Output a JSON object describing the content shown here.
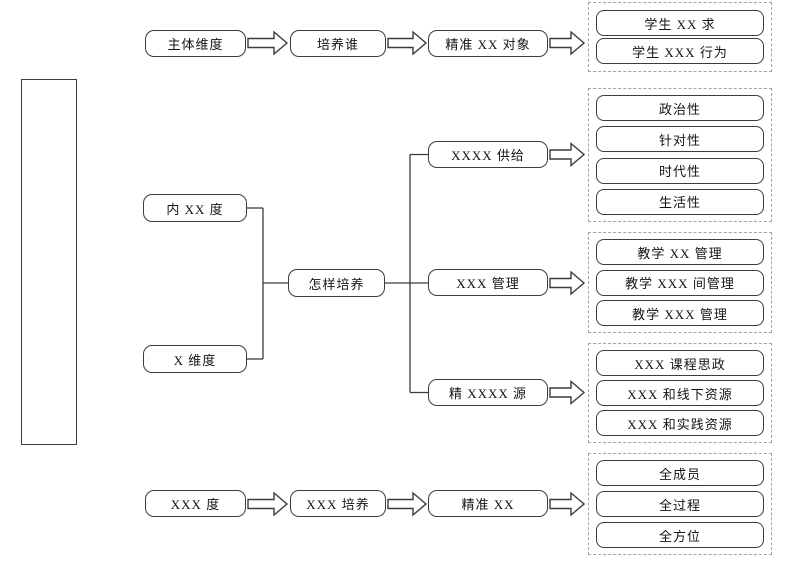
{
  "flow": {
    "top": {
      "nodes": [
        "主体维度",
        "培养谁",
        "精准 XX 对象"
      ],
      "outputs": [
        "学生 XX 求",
        "学生 XXX 行为"
      ]
    },
    "middle": {
      "inputs": [
        "内 XX 度",
        "X 维度"
      ],
      "hub": "怎样培养",
      "branches": [
        {
          "label": "XXXX 供给",
          "outputs": [
            "政治性",
            "针对性",
            "时代性",
            "生活性"
          ]
        },
        {
          "label": "XXX 管理",
          "outputs": [
            "教学 XX 管理",
            "教学 XXX 间管理",
            "教学 XXX 管理"
          ]
        },
        {
          "label": "精 XXXX 源",
          "outputs": [
            "XXX 课程思政",
            "XXX 和线下资源",
            "XXX 和实践资源"
          ]
        }
      ]
    },
    "bottom": {
      "nodes": [
        "XXX 度",
        "XXX 培养",
        "精准 XX"
      ],
      "outputs": [
        "全成员",
        "全过程",
        "全方位"
      ]
    },
    "colors": {
      "box_border": "#3c3c3c",
      "dashed_border": "#a3a3a3",
      "text": "#141414",
      "background": "#ffffff"
    }
  }
}
